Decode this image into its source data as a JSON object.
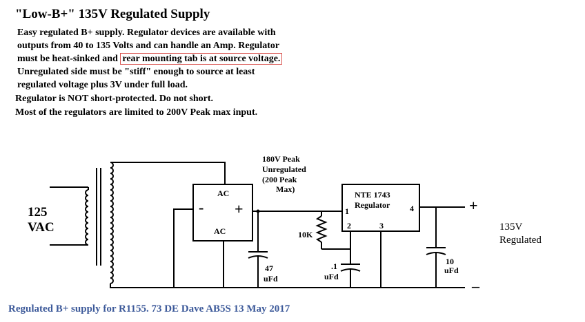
{
  "title": "\"Low-B+\" 135V Regulated Supply",
  "notes": {
    "line1": "Easy regulated B+ supply.  Regulator devices are available with",
    "line2": "outputs from 40 to 135 Volts and can handle an Amp.  Regulator",
    "line3_pre": "must be heat-sinked and ",
    "line3_highlight": "rear mounting tab is at source voltage.",
    "line4": "Unregulated side must be \"stiff\" enough to source at least",
    "line5": "regulated voltage plus 3V under full load.",
    "line6": "Regulator is NOT short-protected.  Do not short.",
    "line7": "Most of the regulators are limited to 200V Peak max input."
  },
  "schematic": {
    "input_voltage_line1": "125",
    "input_voltage_line2": "VAC",
    "bridge_ac_top": "AC",
    "bridge_ac_bottom": "AC",
    "bridge_minus": "-",
    "bridge_plus": "+",
    "unreg_line1": "180V Peak",
    "unreg_line2": "Unregulated",
    "unreg_line3": "(200 Peak",
    "unreg_line4": "Max)",
    "reg_line1": "NTE 1743",
    "reg_line2": "Regulator",
    "pin1": "1",
    "pin2": "2",
    "pin3": "3",
    "pin4": "4",
    "resistor": "10K",
    "cap_in_line1": "47",
    "cap_in_line2": "uFd",
    "cap_mid_line1": ".1",
    "cap_mid_line2": "uFd",
    "cap_out_line1": "10",
    "cap_out_line2": "uFd",
    "out_plus": "+",
    "out_minus": "–",
    "out_line1": "135V",
    "out_line2": "Regulated"
  },
  "caption": "Regulated B+ supply for R1155.  73 DE Dave AB5S  13 May 2017"
}
